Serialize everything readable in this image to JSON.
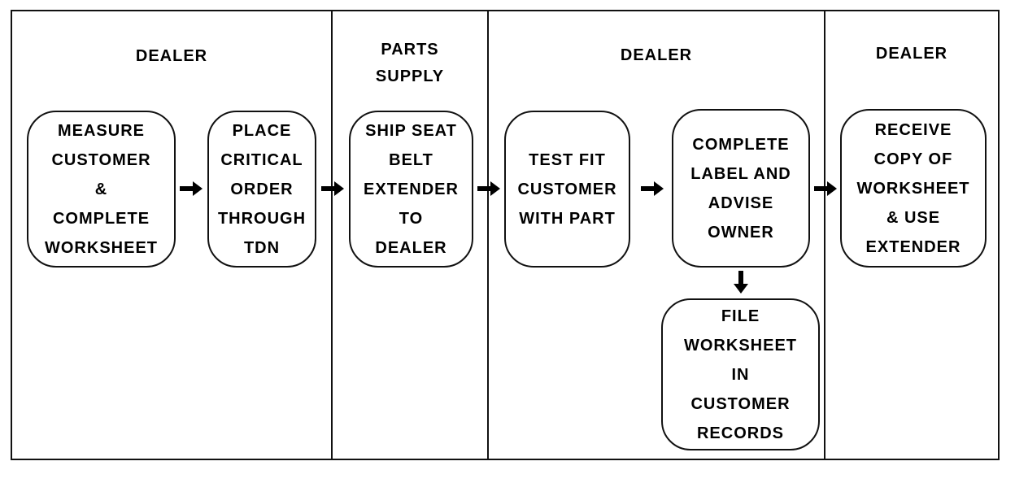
{
  "lanes": [
    {
      "label": "DEALER"
    },
    {
      "label": "PARTS\nSUPPLY"
    },
    {
      "label": "DEALER"
    },
    {
      "label": "DEALER"
    }
  ],
  "steps": [
    {
      "text": "MEASURE\nCUSTOMER\n&\nCOMPLETE\nWORKSHEET"
    },
    {
      "text": "PLACE\nCRITICAL\nORDER\nTHROUGH\nTDN"
    },
    {
      "text": "SHIP SEAT\nBELT\nEXTENDER\nTO\nDEALER"
    },
    {
      "text": "TEST FIT\nCUSTOMER\nWITH PART"
    },
    {
      "text": "COMPLETE\nLABEL AND\nADVISE\nOWNER"
    },
    {
      "text": "FILE\nWORKSHEET\nIN\nCUSTOMER\nRECORDS"
    },
    {
      "text": "RECEIVE\nCOPY OF\nWORKSHEET\n& USE\nEXTENDER"
    }
  ]
}
